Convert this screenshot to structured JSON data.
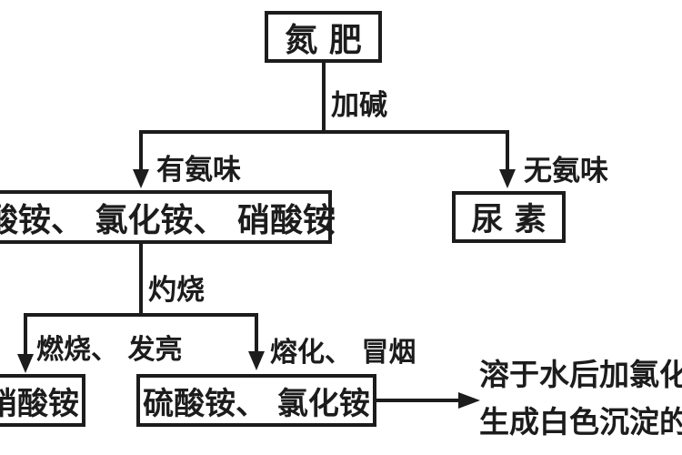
{
  "diagram": {
    "description": "Flowchart for identifying nitrogen fertilizers (scanned chemistry textbook figure)",
    "colors": {
      "ink": "#1c1c1c",
      "background": "#ffffff"
    },
    "boxes": {
      "root": "氮  肥",
      "ammonium_salts": "硫酸铵、 氯化铵、 硝酸铵",
      "urea": "尿  素",
      "ammonium_nitrate": "硝酸铵",
      "ammonium_sulfate_chloride": "硫酸铵、 氯化铵"
    },
    "edge_labels": {
      "add_alkali": "加碱",
      "ammonia_smell_yes": "有氨味",
      "ammonia_smell_no": "无氨味",
      "ignite": "灼烧",
      "burns_bright": "燃烧、 发亮",
      "melts_smokes": "熔化、 冒烟"
    },
    "result_note": {
      "line1": "溶于水后加氯化",
      "line2": "生成白色沉淀的"
    }
  }
}
